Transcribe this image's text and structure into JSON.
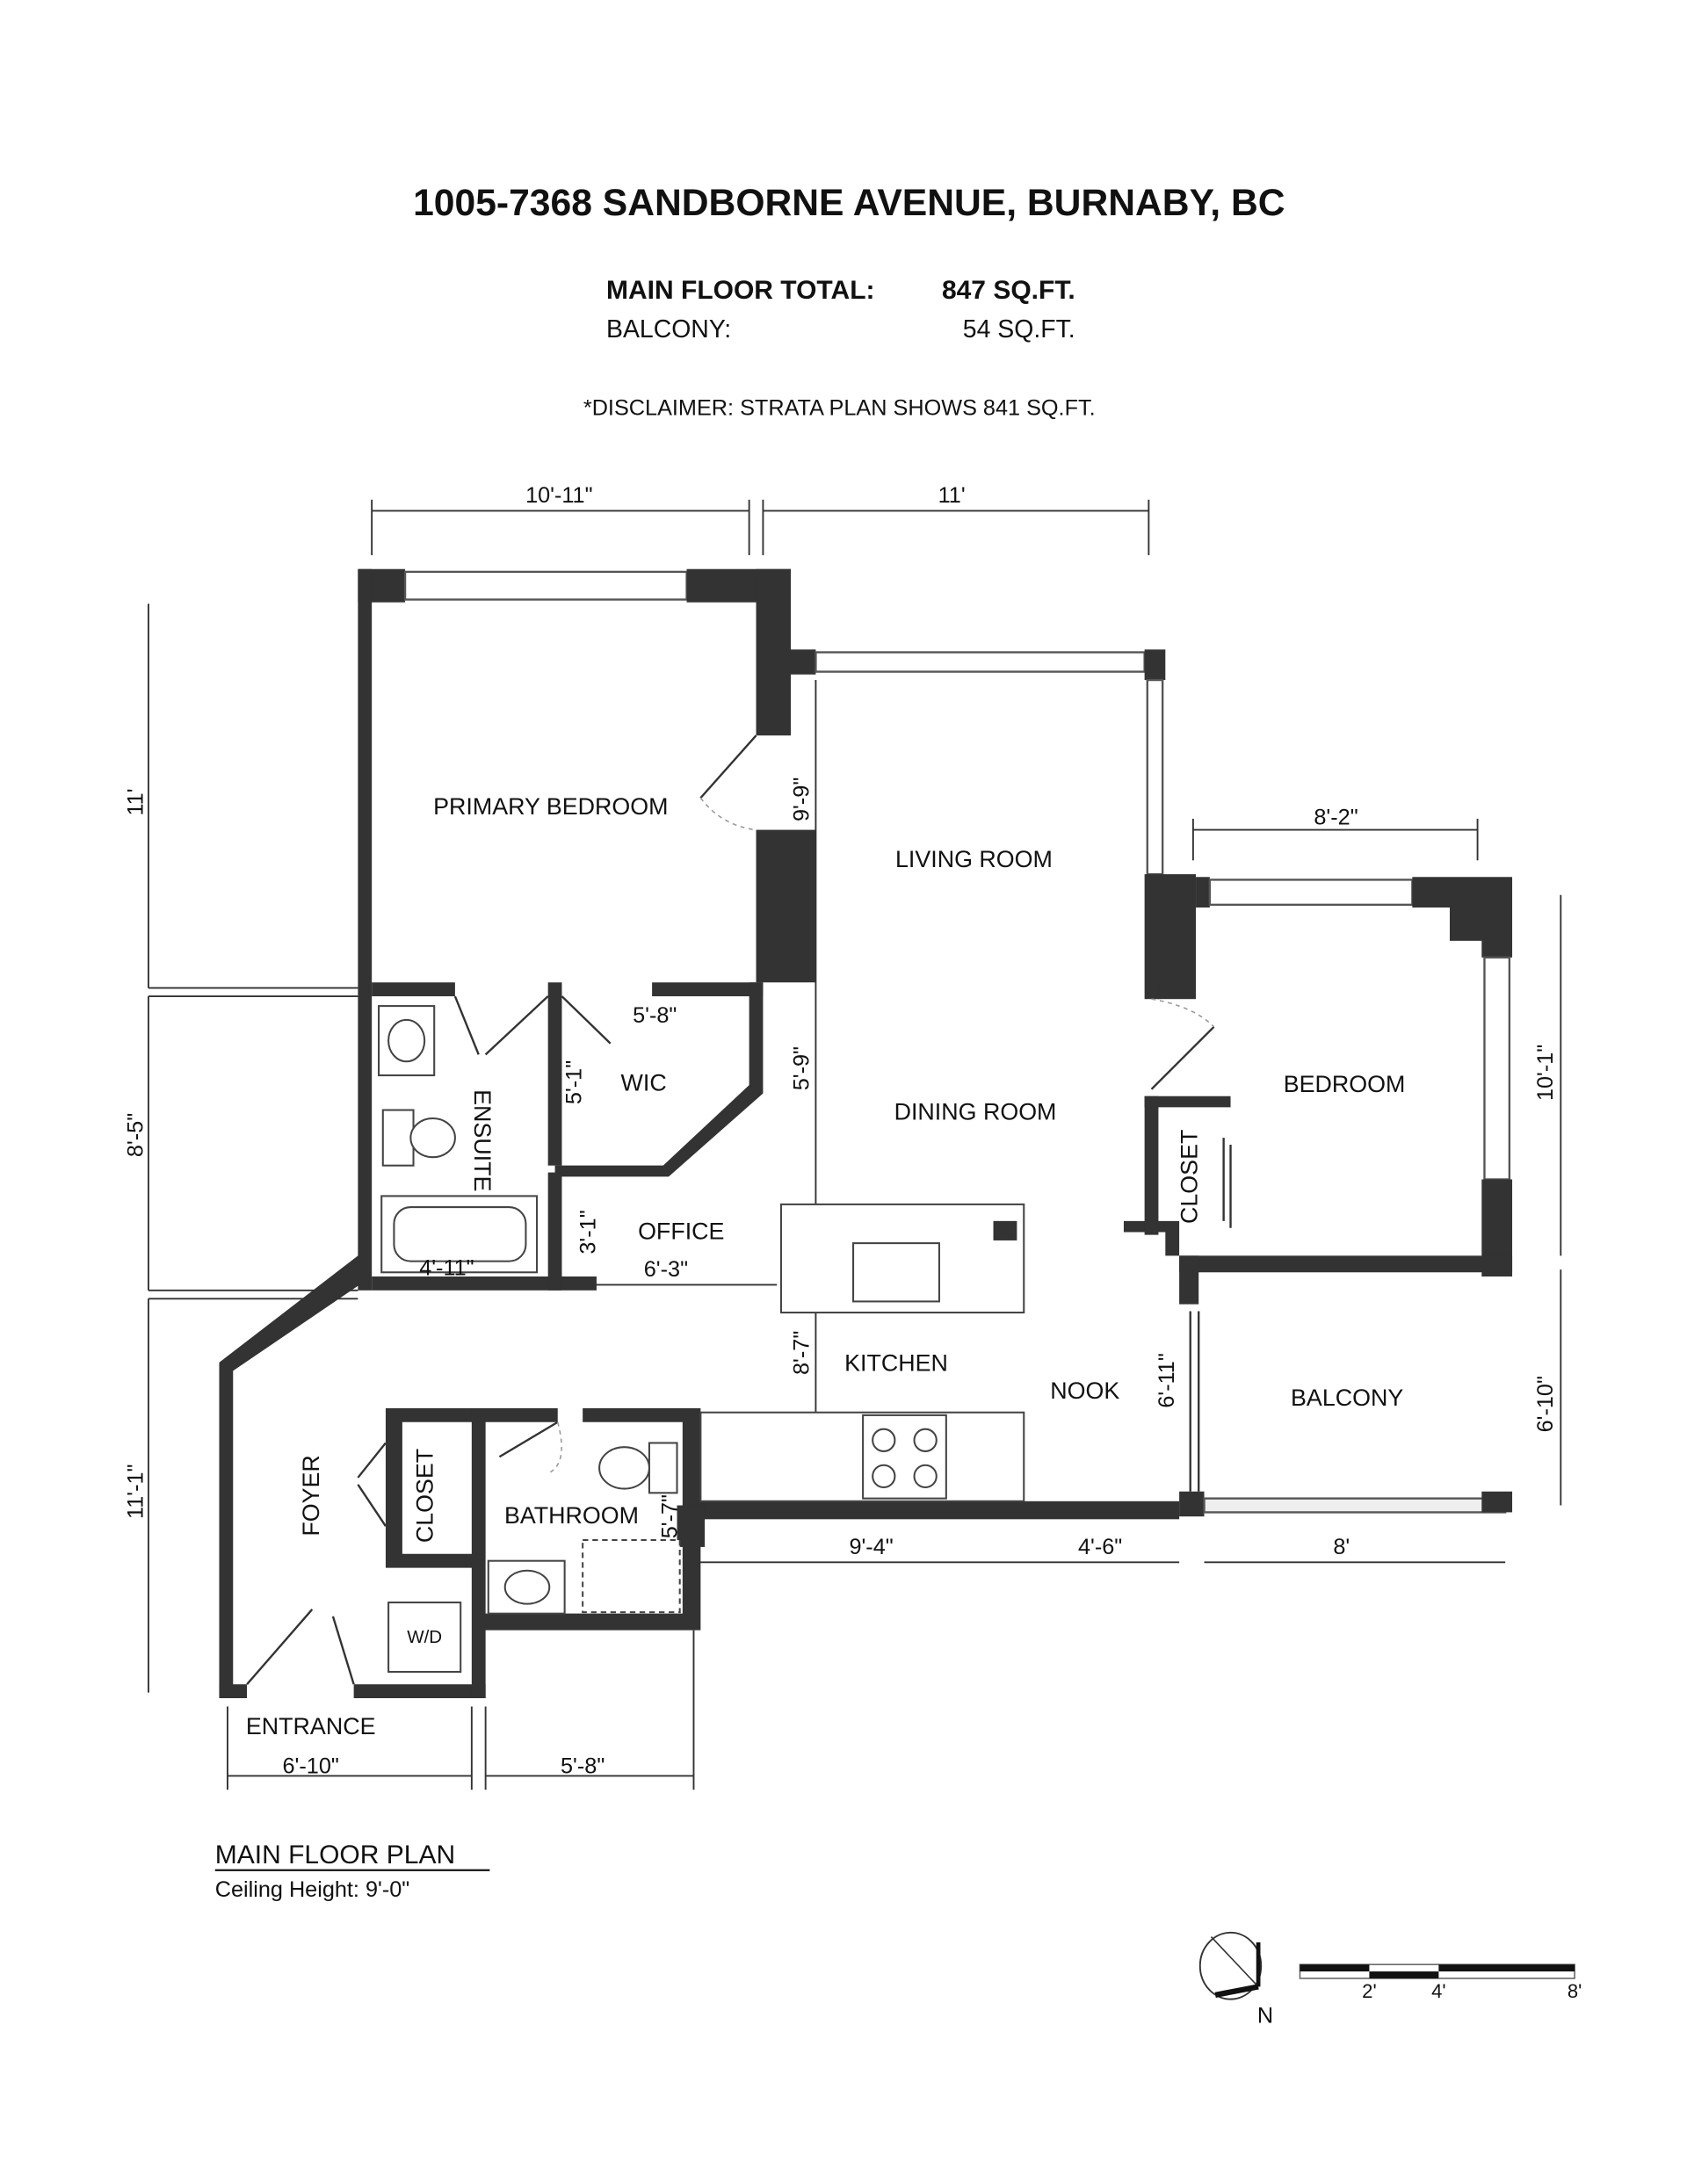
{
  "header": {
    "title": "1005-7368 SANDBORNE AVENUE, BURNABY, BC",
    "main_floor_label": "MAIN FLOOR TOTAL:",
    "main_floor_value": "847 SQ.FT.",
    "balcony_label": "BALCONY:",
    "balcony_value": "54 SQ.FT.",
    "disclaimer": "*DISCLAIMER: STRATA PLAN SHOWS 841 SQ.FT."
  },
  "rooms": {
    "primary_bedroom": "PRIMARY BEDROOM",
    "living_room": "LIVING ROOM",
    "dining_room": "DINING ROOM",
    "bedroom": "BEDROOM",
    "wic": "WIC",
    "ensuite": "ENSUITE",
    "office": "OFFICE",
    "kitchen": "KITCHEN",
    "nook": "NOOK",
    "balcony": "BALCONY",
    "foyer": "FOYER",
    "closet_foyer": "CLOSET",
    "closet_bedroom": "CLOSET",
    "bathroom": "BATHROOM",
    "entrance": "ENTRANCE",
    "washer_dryer": "W/D"
  },
  "dimensions": {
    "top_primary": "10'-11\"",
    "top_living": "11'",
    "bedroom_width": "8'-2\"",
    "bedroom_depth": "10'-1\"",
    "balcony_depth": "6'-10\"",
    "left_primary": "11'",
    "left_ensuite": "8'-5\"",
    "left_foyer": "11'-1\"",
    "living_depth": "9'-9\"",
    "wic_width": "5'-8\"",
    "wic_depth": "5'-1\"",
    "dining_depth": "5'-9\"",
    "office_depth": "3'-1\"",
    "ensuite_width": "4'-11\"",
    "office_width": "6'-3\"",
    "kitchen_depth": "8'-7\"",
    "nook_depth": "6'-11\"",
    "bathroom_depth": "5'-7\"",
    "kitchen_width": "9'-4\"",
    "nook_width": "4'-6\"",
    "balcony_width": "8'",
    "foyer_width": "6'-10\"",
    "bathroom_width": "5'-8\""
  },
  "footer": {
    "plan_title": "MAIN FLOOR PLAN",
    "ceiling_height": "Ceiling Height: 9'-0\"",
    "north_label": "N",
    "scale_labels": [
      "2'",
      "4'",
      "8'"
    ]
  }
}
